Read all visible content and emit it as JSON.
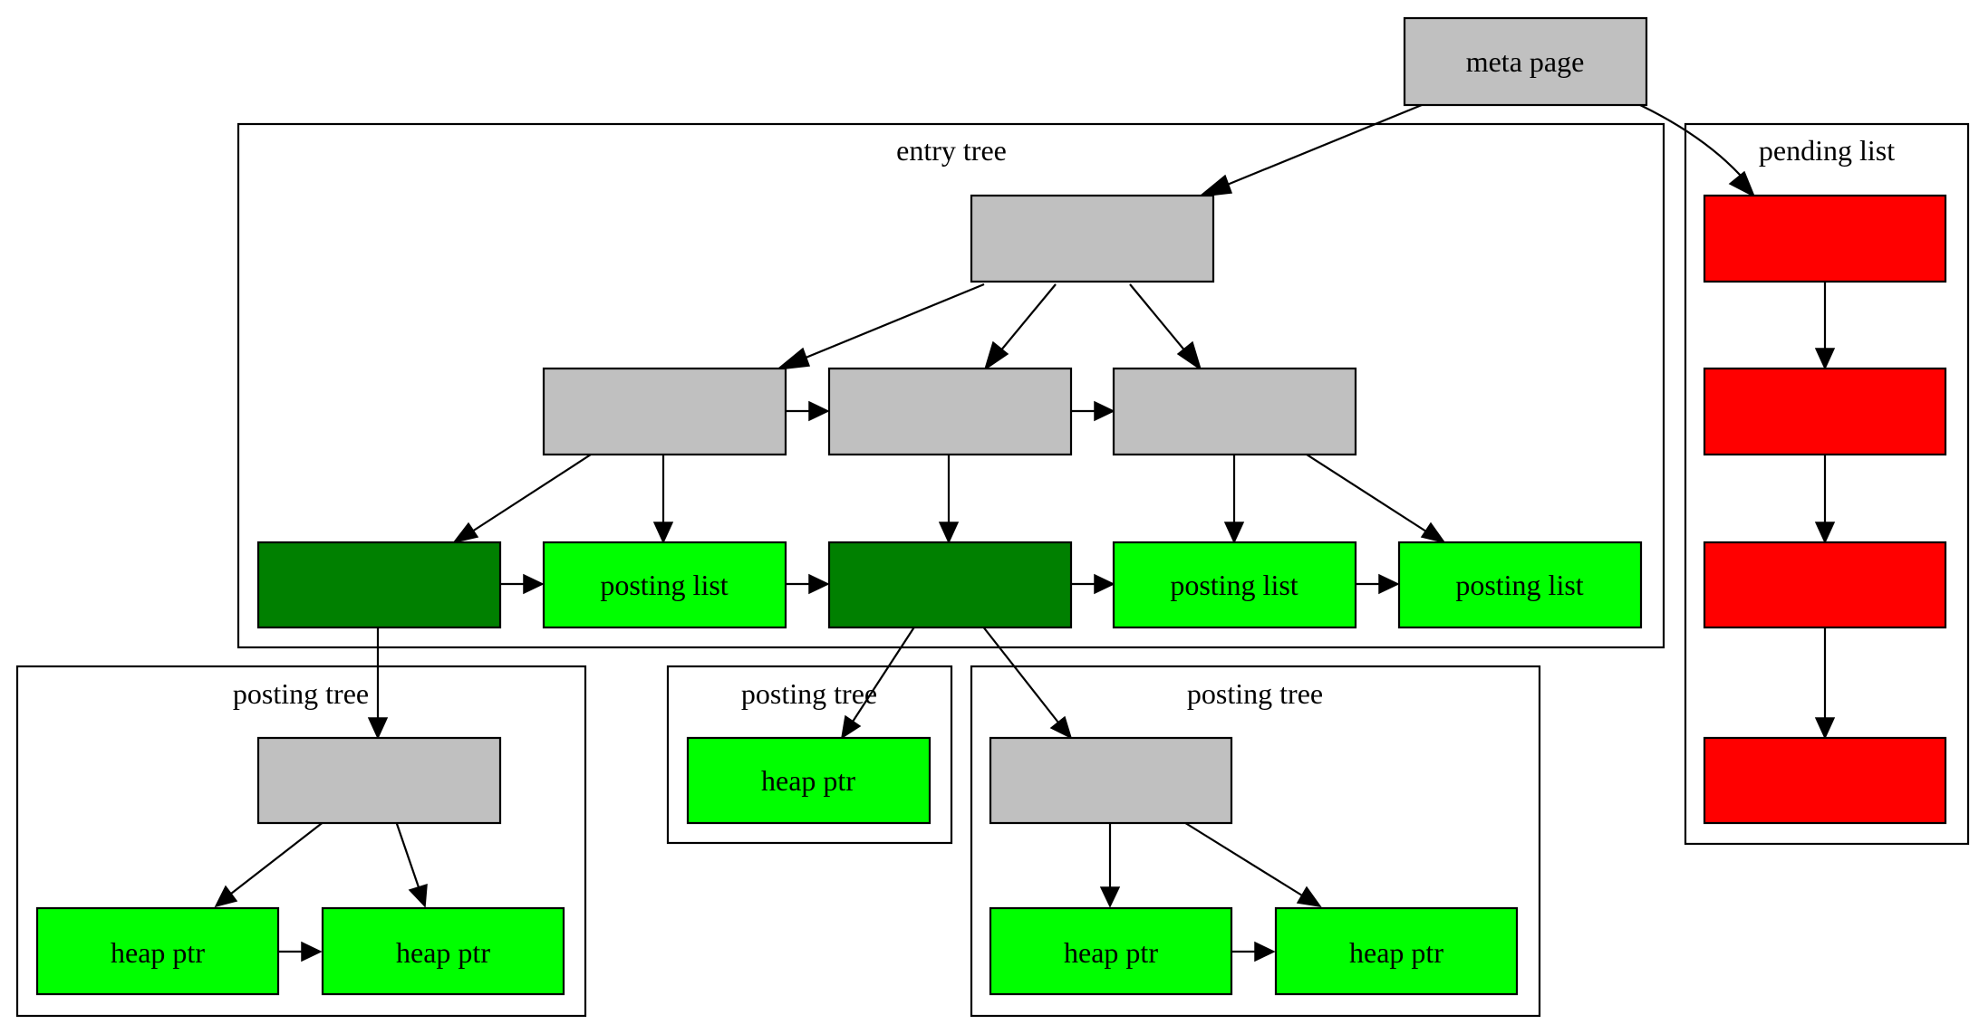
{
  "colors": {
    "internal_node": "#c0c0c0",
    "leaf_with_posting_tree": "#008000",
    "leaf_with_posting_list": "#00ff00",
    "heap_ptr_page": "#00ff00",
    "pending_list_page": "#ff0000"
  },
  "clusters": {
    "entry_tree": "entry tree",
    "pending_list": "pending list",
    "posting_tree_1": "posting tree",
    "posting_tree_2": "posting tree",
    "posting_tree_3": "posting tree"
  },
  "nodes": {
    "meta": "meta page",
    "posting_list": "posting list",
    "heap_ptr": "heap ptr"
  }
}
